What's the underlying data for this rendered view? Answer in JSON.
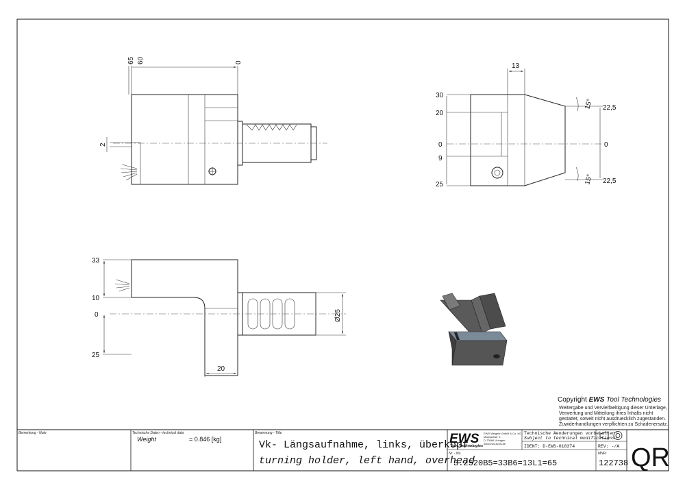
{
  "views": {
    "side_top": {
      "dims": [
        "65",
        "60",
        "0",
        "2"
      ]
    },
    "side_bottom": {
      "dims": [
        "33",
        "10",
        "0",
        "25",
        "20",
        "Ø25"
      ]
    },
    "front": {
      "dims": [
        "13",
        "30",
        "20",
        "0",
        "9",
        "25",
        "22,5",
        "0",
        "22,5",
        "15°",
        "15°"
      ]
    }
  },
  "copyright": {
    "prefix": "Copyright ",
    "brand": "EWS",
    "suffix": " Tool Technologies",
    "lines": [
      "Weitergabe und Vervielfaeltigung dieser Unterlage,",
      "Verwertung und Mitteilung ihres Inhalts nicht",
      "gestattet, soweit nicht ausdruecklich zugestanden.",
      "Zuwiderhandlungen verpflichten zu Schadenersatz."
    ]
  },
  "title_block": {
    "remark_label": "Bemerkung - Note",
    "techdata_label": "Technische Daten - technical data",
    "weight_label": "Weight",
    "weight_value": "= 0.846 [kg]",
    "name_label": "Benennung - Title",
    "title_de": "Vk- Längsaufnahme, links, überkopf",
    "title_en": "turning holder, left hand, overhead",
    "logo": "EWS",
    "logo_sub": "Tool Technologies",
    "company_lines": [
      "EWS Weigele GmbH & Co. KG",
      "Maybachstr. 1",
      "D-73066 Uhingen",
      "www.ews-tools.de"
    ],
    "nr_label": "Nr. - No.",
    "part_number": "3.2520B5=33B6=13L1=65",
    "note_de": "Technische Aenderungen vorbehalten!",
    "note_en": "Subject to technical modifications!",
    "ident": "IDENT: D-EWS-018374",
    "rev": "REV: -/A",
    "mnr_label": "MNR:",
    "mnr_value": "122738",
    "qr": "QR"
  }
}
